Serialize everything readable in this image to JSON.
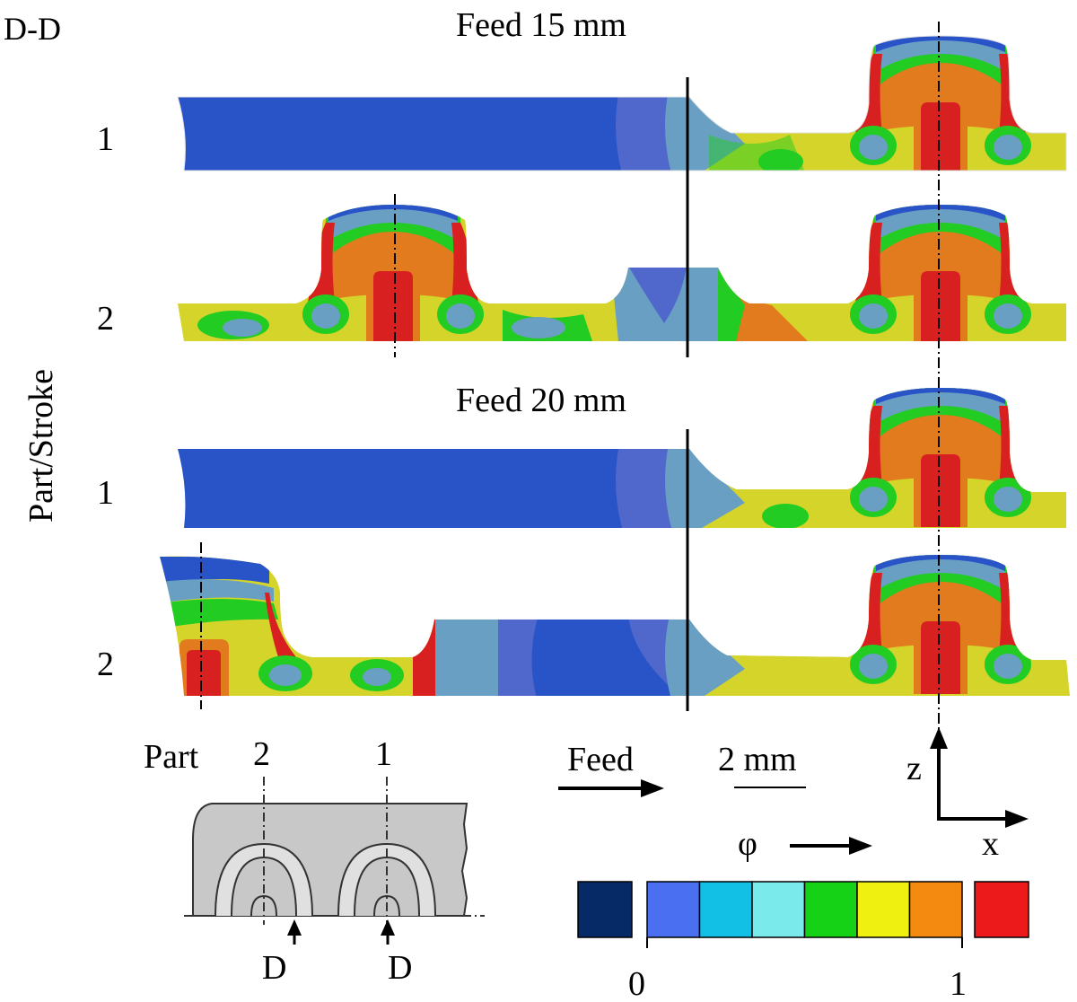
{
  "section_label": "D-D",
  "feed_labels": [
    "Feed 15 mm",
    "Feed 20 mm"
  ],
  "y_axis_label": "Part/Stroke",
  "row_labels": [
    "1",
    "2",
    "1",
    "2"
  ],
  "part_diagram": {
    "title": "Part",
    "part_numbers": [
      "2",
      "1"
    ],
    "section_marks": [
      "D",
      "D"
    ]
  },
  "feed_arrow_label": "Feed",
  "scale_bar_label": "2 mm",
  "axes": {
    "z": "z",
    "x": "x"
  },
  "colorbar": {
    "variable": "φ",
    "min_label": "0",
    "max_label": "1",
    "below_color": "#062a66",
    "colors": [
      "#4a6ff0",
      "#12c0e6",
      "#7aeaea",
      "#16d216",
      "#f0f010",
      "#f58a10"
    ],
    "above_color": "#ec1a1a"
  },
  "contour_colors": {
    "dark_blue": "#2854c8",
    "mid_blue": "#5068cc",
    "light_blue": "#6a9fc4",
    "green": "#22cc22",
    "yellow": "#d4d42a",
    "orange": "#e27a1e",
    "red": "#d82020"
  }
}
